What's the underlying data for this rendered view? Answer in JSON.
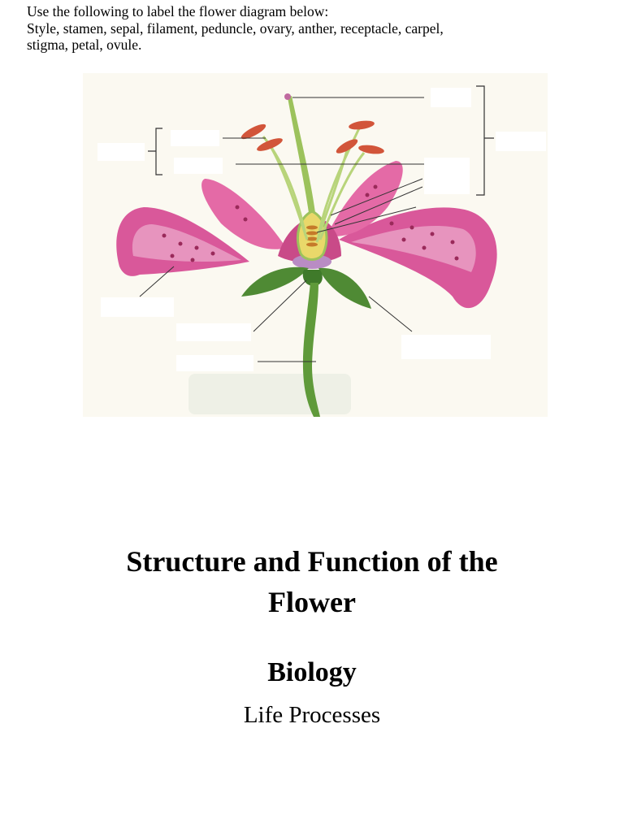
{
  "instructions": {
    "line1": "Use the following to label the flower diagram below:",
    "line2": "Style, stamen, sepal, filament, peduncle, ovary, anther, receptacle, carpel,",
    "line3": "stigma, petal, ovule."
  },
  "title": {
    "line1": "Structure and Function of the",
    "line2": "Flower"
  },
  "subject": "Biology",
  "topic": "Life Processes",
  "colors": {
    "petal": "#d9589a",
    "petal_light": "#f2c6dc",
    "stem": "#5f9a3a",
    "sepal": "#4f8a34",
    "anther": "#d2553a",
    "style": "#9cc25c",
    "ovary": "#e9d86a",
    "background": "#fbf9f1",
    "label_box": "#ffffff",
    "leader_line": "#333333"
  }
}
